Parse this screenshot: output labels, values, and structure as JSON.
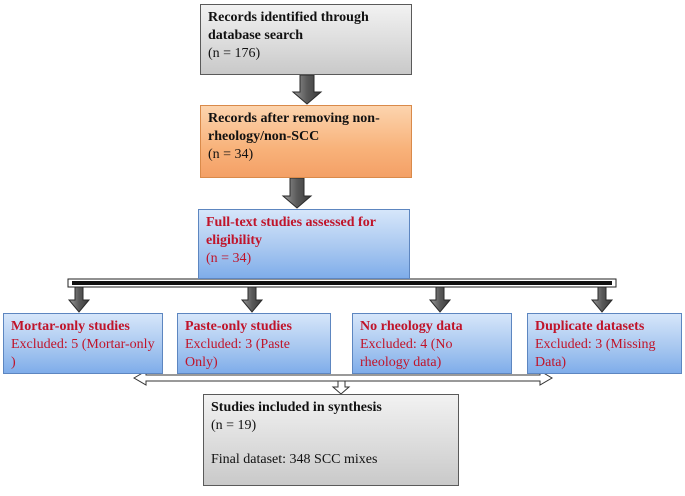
{
  "boxes": {
    "identified": {
      "title": "Records identified through database search",
      "count": "(n = 176)"
    },
    "screened": {
      "title": "Records after removing non-rheology/non-SCC",
      "count": "(n = 34)"
    },
    "fulltext": {
      "title": "Full-text studies assessed for eligibility",
      "count": "(n = 34)"
    },
    "mortar": {
      "title": "Mortar-only studies",
      "detail": "Excluded: 5 (Mortar-only )"
    },
    "paste": {
      "title": "Paste-only studies",
      "detail": "Excluded: 3 (Paste Only)"
    },
    "norheology": {
      "title": "No rheology data",
      "detail": "Excluded: 4 (No rheology data)"
    },
    "duplicate": {
      "title": "Duplicate datasets",
      "detail": "Excluded: 3 (Missing Data)"
    },
    "included": {
      "title": "Studies included in synthesis",
      "count": "(n = 19)",
      "final": "Final dataset: 348 SCC mixes"
    }
  },
  "colors": {
    "gray_box": "#d9d9d9",
    "orange_box": "#f8b27a",
    "blue_box": "#a9c8f0",
    "red_text": "#c0142a",
    "arrow": "#595959"
  }
}
